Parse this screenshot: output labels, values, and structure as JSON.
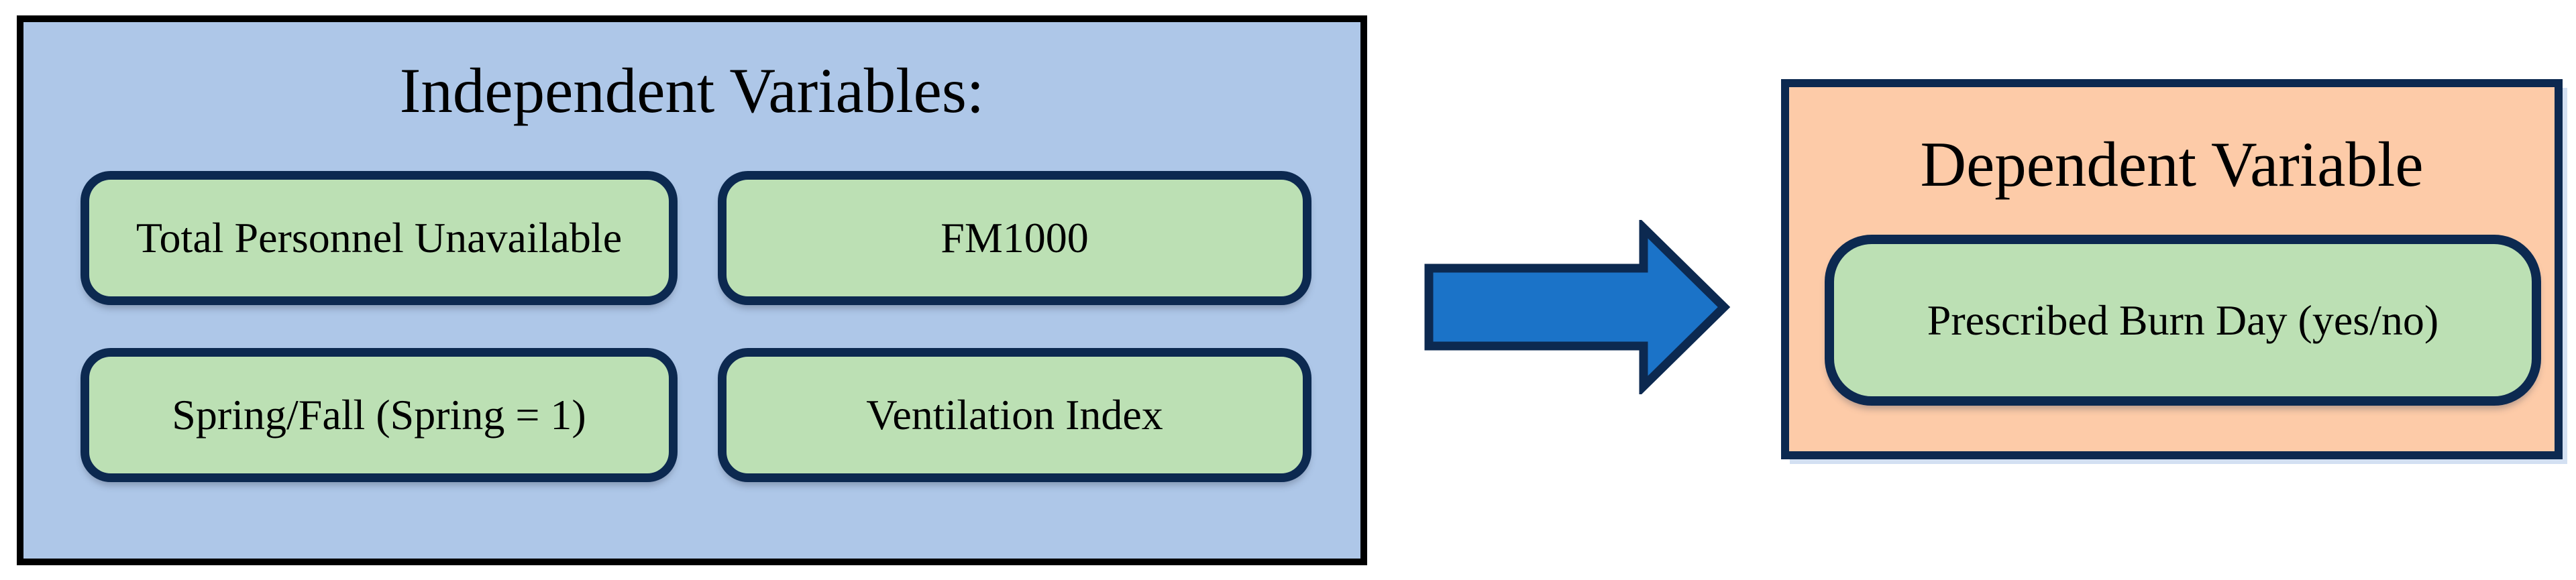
{
  "diagram": {
    "independent": {
      "title": "Independent Variables:",
      "boxes": [
        {
          "label": "Total Personnel Unavailable"
        },
        {
          "label": "FM1000"
        },
        {
          "label": "Spring/Fall (Spring = 1)"
        },
        {
          "label": "Ventilation Index"
        }
      ]
    },
    "dependent": {
      "title": "Dependent Variable",
      "boxes": [
        {
          "label": "Prescribed Burn Day (yes/no)"
        }
      ]
    },
    "arrow": {
      "direction": "right"
    }
  },
  "colors": {
    "independent_panel_fill": "#aec7e8",
    "independent_panel_border": "#000000",
    "variable_box_fill": "#bce0b4",
    "navy_border": "#0c2950",
    "dependent_panel_fill": "#fdcba8",
    "arrow_fill": "#1b73c8",
    "text": "#000000",
    "background": "#ffffff"
  }
}
